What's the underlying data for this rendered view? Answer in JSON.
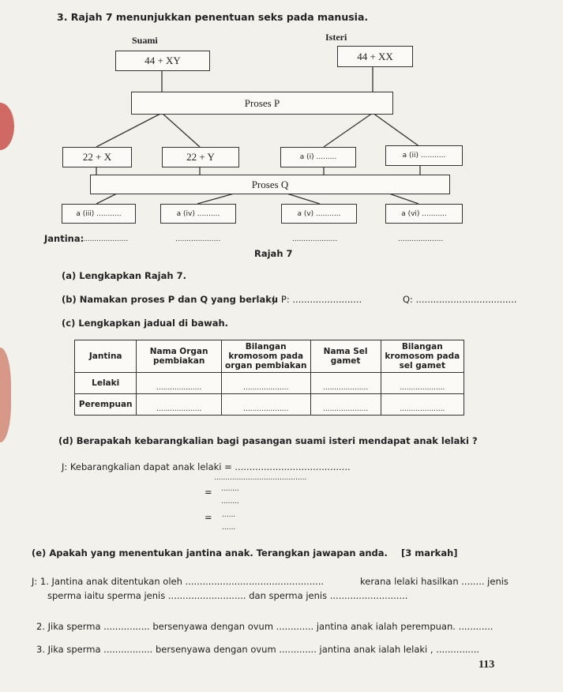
{
  "question": {
    "title": "3. Rajah 7 menunjukkan penentuan seks pada manusia."
  },
  "diagram": {
    "husband_label": "Suami",
    "wife_label": "Isteri",
    "husband_chrom": "44 + XY",
    "wife_chrom": "44 + XX",
    "process_p": "Proses P",
    "process_q": "Proses Q",
    "gametes": [
      "22 + X",
      "22 + Y",
      "a (i) .........",
      "a (ii) ..........."
    ],
    "offspring": [
      "a (iii) ...........",
      "a (iv) ..........",
      "a (v) ...........",
      "a (vi) ..........."
    ],
    "jantina_label": "Jantina:",
    "jantina_blanks": [
      "....................",
      "....................",
      "....................",
      "...................."
    ],
    "caption": "Rajah 7"
  },
  "part_a": "(a)  Lengkapkan Rajah 7.",
  "part_b": {
    "text": "(b)  Namakan proses P dan Q yang berlaku",
    "ans_p": "J: P: ........................",
    "ans_q": "Q: ..................................."
  },
  "part_c": "(c)  Lengkapkan jadual di bawah.",
  "table": {
    "headers": [
      "Jantina",
      "Nama Organ pembiakan",
      "Bilangan kromosom pada organ pembiakan",
      "Nama Sel gamet",
      "Bilangan kromosom pada sel gamet"
    ],
    "rows": [
      {
        "label": "Lelaki",
        "blanks": [
          "....................",
          "....................",
          "....................",
          "...................."
        ]
      },
      {
        "label": "Perempuan",
        "blanks": [
          "....................",
          "....................",
          "....................",
          "...................."
        ]
      }
    ]
  },
  "part_d": {
    "text": "(d)  Berapakah kebarangkalian bagi pasangan suami isteri mendapat anak lelaki ?",
    "ans_line": "J: Kebarangkalian dapat anak lelaki = ........................................",
    "denominator1": ".........................................",
    "eq1": "=",
    "num2": "........",
    "den2": "........",
    "eq2": "=",
    "num3": "......",
    "den3": "......"
  },
  "part_e": {
    "text": "(e)  Apakah yang menentukan jantina anak. Terangkan jawapan anda.",
    "marks": "[3 markah]",
    "line1a": "J: 1. Jantina anak ditentukan oleh ................................................",
    "line1b": "kerana lelaki hasilkan ........ jenis",
    "line1c": "sperma iaitu sperma jenis ........................... dan sperma jenis ...........................",
    "line2": "2. Jika sperma ................ bersenyawa dengan ovum ............. jantina anak ialah perempuan. ............",
    "line3": "3. Jika sperma ................. bersenyawa dengan ovum ............. jantina anak ialah lelaki , ..............."
  },
  "page_number": "113"
}
